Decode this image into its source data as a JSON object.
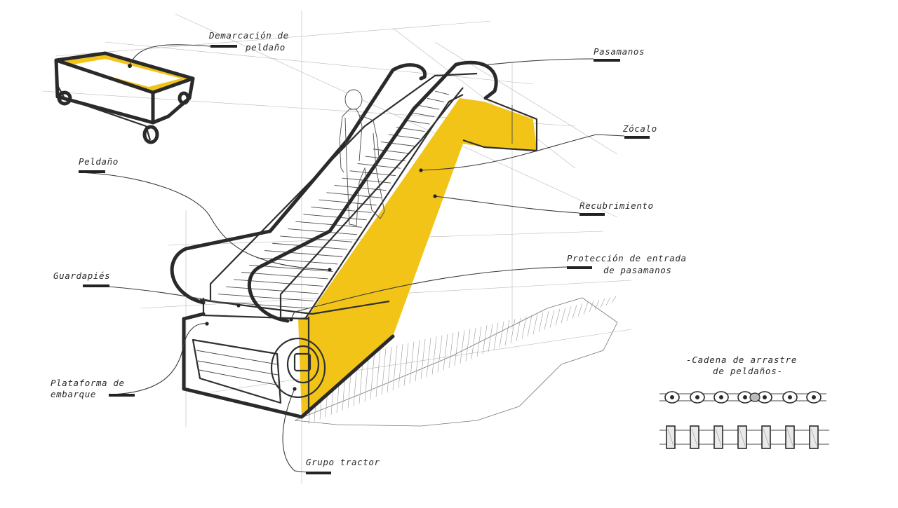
{
  "colors": {
    "accent_yellow": "#f2c418",
    "ink": "#2a2a2a",
    "guide": "#b9b9b9"
  },
  "labels": {
    "demarcacion": [
      "Demarcación de",
      "peldaño"
    ],
    "pasamanos": "Pasamanos",
    "zocalo": "Zócalo",
    "recubrimiento": "Recubrimiento",
    "proteccion": [
      "Protección de entrada",
      "de pasamanos"
    ],
    "peldano": "Peldaño",
    "guardapies": "Guardapiés",
    "plataforma": [
      "Plataforma de",
      "embarque"
    ],
    "grupo_tractor": "Grupo tractor"
  },
  "chain": {
    "title": [
      "-Cadena de arrastre",
      "de peldaños-"
    ]
  }
}
